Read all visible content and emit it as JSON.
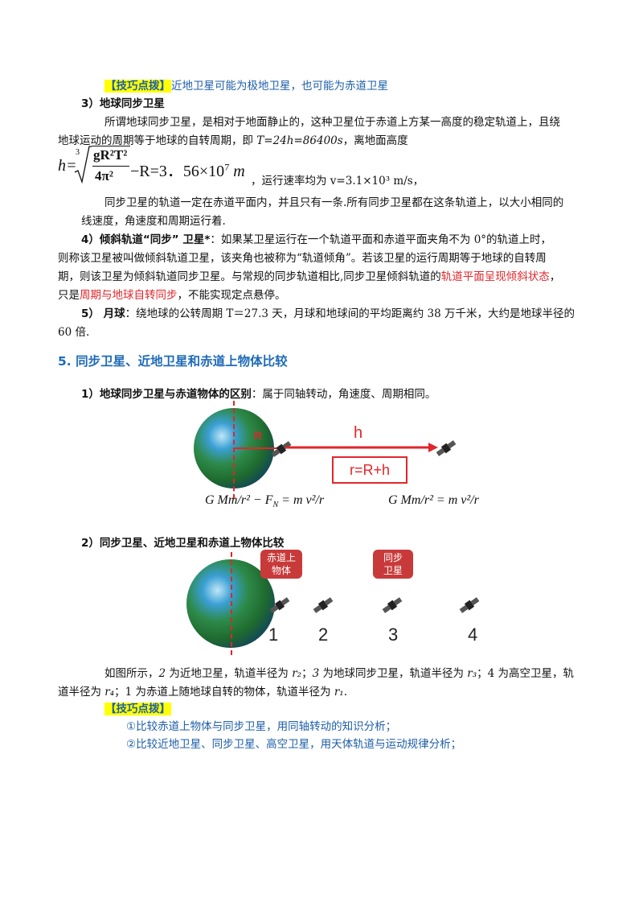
{
  "tip1": {
    "label": "【技巧点拨】",
    "text": "近地卫星可能为极地卫星，也可能为赤道卫星"
  },
  "s3": {
    "title": "3）地球同步卫星",
    "line1": "所谓地球同步卫星，是相对于地面静止的，这种卫星位于赤道上方某一高度的稳定轨道上，且绕",
    "line2a": "地球运动的周期等于地球的自转周期，即 ",
    "line2b": "T=24h=86400s",
    "line2c": "，离地面高度",
    "formula_h_pre": "h=",
    "formula_num": "gR²T²",
    "formula_den": "4π²",
    "formula_post": "−R=3．56×10",
    "formula_exp": "7",
    "formula_unit": "m",
    "velocity": "，运行速率均为 v=3.1×10³ m/s，",
    "line3": "同步卫星的轨道一定在赤道平面内，并且只有一条.所有同步卫星都在这条轨道上，以大小相同的",
    "line4": "线速度，角速度和周期运行着."
  },
  "s4": {
    "title": "4）倾斜轨道“同步” 卫星*",
    "line1": "：如果某卫星运行在一个轨道平面和赤道平面夹角不为 0°的轨道上时，",
    "line2": "则称该卫星被叫做倾斜轨道卫星，该夹角也被称为“轨道倾角”。若该卫星的运行周期等于地球的自转周",
    "line3a": "期，则该卫星为倾斜轨道同步卫星。与常规的同步轨道相比,同步卫星倾斜轨道的",
    "line3b": "轨道平面呈现倾斜状态",
    "line3c": "，",
    "line4a": "只是",
    "line4b": "周期与地球自转同步",
    "line4c": "，不能实现定点悬停。"
  },
  "s5": {
    "title": "5） 月球",
    "line1": "：绕地球的公转周期 T＝27.3 天，月球和地球间的平均距离约 38 万千米，大约是地球半径的",
    "line2": "60 倍."
  },
  "heading": "5. 同步卫星、近地卫星和赤道上物体比较",
  "sub1": {
    "title": "1）地球同步卫星与赤道物体的区别",
    "text": "：属于同轴转动，角速度、周期相同。"
  },
  "fig1": {
    "h_label": "h",
    "r_label": "r=R+h",
    "R_label": "R"
  },
  "eq1": {
    "lhs": "G Mm/r² − F",
    "sub": "N",
    "rhs": "= m v²/r"
  },
  "eq2": {
    "lhs": "G Mm/r²",
    "rhs": "= m v²/r"
  },
  "sub2": {
    "title": "2）同步卫星、近地卫星和赤道上物体比较"
  },
  "fig2": {
    "callout1": [
      "赤道上",
      "物体"
    ],
    "callout2": [
      "同步",
      "卫星"
    ],
    "numbers": [
      "1",
      "2",
      "3",
      "4"
    ]
  },
  "para": {
    "l1a": "如图所示，",
    "l1b": "2",
    "l1c": " 为近地卫星，轨道半径为 ",
    "l1d": "r₂",
    "l1e": "；",
    "l1f": "3",
    "l1g": " 为地球同步卫星，轨道半径为 ",
    "l1h": "r₃",
    "l1i": "；4 为高空卫星，轨",
    "l2a": "道半径为 ",
    "l2b": "r₄",
    "l2c": "；1 为赤道上随地球自转的物体，轨道半径为 ",
    "l2d": "r₁",
    "l2e": "."
  },
  "tip2": {
    "label": "【技巧点拨】",
    "item1": "①比较赤道上物体与同步卫星，用同轴转动的知识分析；",
    "item2": "②比较近地卫星、同步卫星、高空卫星，用天体轨道与运动规律分析；"
  }
}
